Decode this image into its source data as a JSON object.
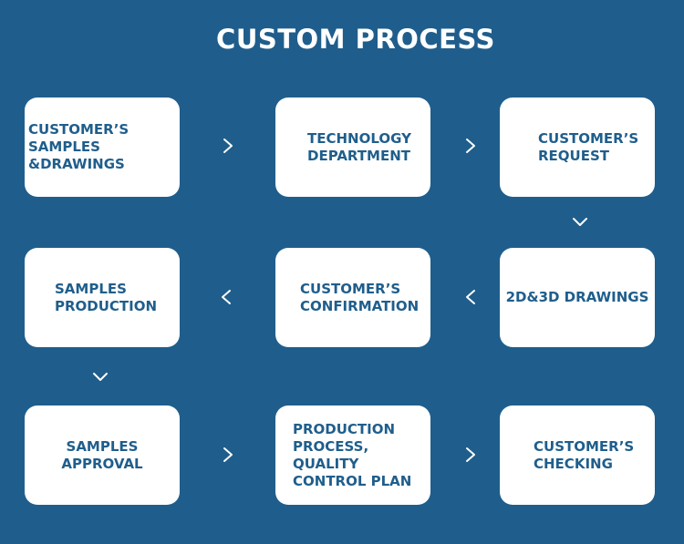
{
  "title": "CUSTOM PROCESS",
  "steps": [
    {
      "label": "CUSTOMER’S SAMPLES\n&DRAWINGS"
    },
    {
      "label": "TECHNOLOGY\nDEPARTMENT"
    },
    {
      "label": "CUSTOMER’S\nREQUEST"
    },
    {
      "label": "2D&3D DRAWINGS"
    },
    {
      "label": "CUSTOMER’S\nCONFIRMATION"
    },
    {
      "label": "SAMPLES\nPRODUCTION"
    },
    {
      "label": "SAMPLES APPROVAL"
    },
    {
      "label": "PRODUCTION\nPROCESS, QUALITY\nCONTROL PLAN"
    },
    {
      "label": "CUSTOMER’S\nCHECKING"
    }
  ],
  "arrows": [
    {
      "direction": "right",
      "icon": "chevron-right-icon"
    },
    {
      "direction": "right",
      "icon": "chevron-right-icon"
    },
    {
      "direction": "down",
      "icon": "chevron-down-icon"
    },
    {
      "direction": "left",
      "icon": "chevron-left-icon"
    },
    {
      "direction": "left",
      "icon": "chevron-left-icon"
    },
    {
      "direction": "down",
      "icon": "chevron-down-icon"
    },
    {
      "direction": "right",
      "icon": "chevron-right-icon"
    },
    {
      "direction": "right",
      "icon": "chevron-right-icon"
    }
  ],
  "colors": {
    "background": "#1f5e8c",
    "box": "#ffffff",
    "text": "#1f5e8c",
    "arrow": "#ffffff"
  }
}
